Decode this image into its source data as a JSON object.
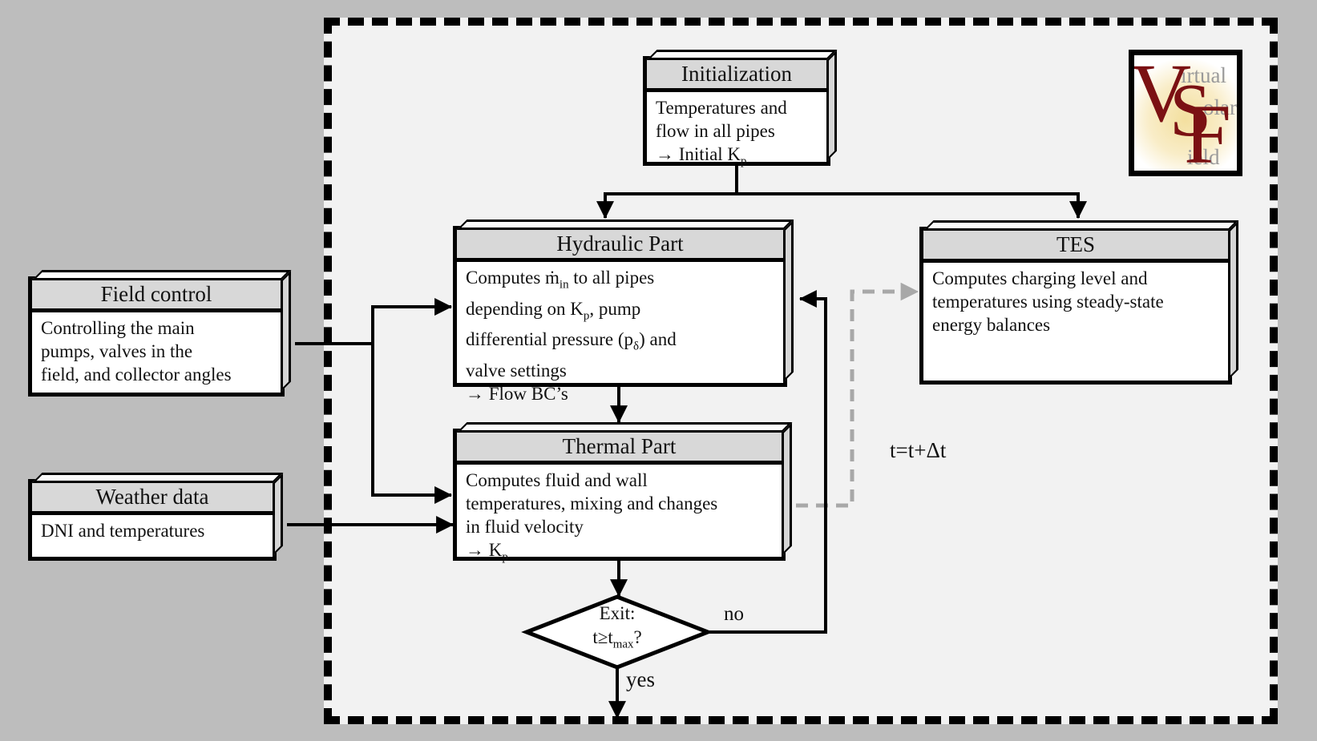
{
  "colors": {
    "page_bg": "#bdbdbd",
    "panel_bg": "#f2f2f2",
    "header_bg": "#d8d8d8",
    "line_black": "#000000",
    "dashed_gray": "#a8a8a8",
    "logo_red": "#7b1113",
    "logo_gray": "#9a9a9a"
  },
  "boxes": {
    "initialization": {
      "title": "Initialization",
      "l1": "Temperatures and",
      "l2": "flow in all pipes",
      "l3_pre": "→ Initial K",
      "l3_sub": "p"
    },
    "hydraulic": {
      "title": "Hydraulic Part",
      "l1_pre": "Computes ṁ",
      "l1_sub": "in",
      "l1_post": " to all pipes",
      "l2_pre": "depending on K",
      "l2_sub": "p",
      "l2_post": ", pump",
      "l3_pre": "differential pressure (p",
      "l3_sub": "δ",
      "l3_post": ") and",
      "l4": "valve settings",
      "l5": "→ Flow BC’s"
    },
    "thermal": {
      "title": "Thermal Part",
      "l1": "Computes fluid and wall",
      "l2": "temperatures, mixing and changes",
      "l3": "in fluid velocity",
      "l4_pre": "→ K",
      "l4_sub": "p"
    },
    "tes": {
      "title": "TES",
      "l1": "Computes charging level and",
      "l2": "temperatures using steady-state",
      "l3": "energy balances"
    },
    "field_control": {
      "title": "Field control",
      "l1": "Controlling the main",
      "l2": "pumps, valves in the",
      "l3": "field, and collector angles"
    },
    "weather": {
      "title": "Weather data",
      "l1": "DNI and temperatures"
    }
  },
  "decision": {
    "l1": "Exit:",
    "l2_pre": "t≥t",
    "l2_sub": "max",
    "l2_post": "?"
  },
  "labels": {
    "no": "no",
    "yes": "yes",
    "time_step": "t=t+Δt"
  },
  "logo": {
    "v": "V",
    "virtual": "irtual",
    "s": "S",
    "solar": "olar",
    "f": "F",
    "field": "ield"
  }
}
